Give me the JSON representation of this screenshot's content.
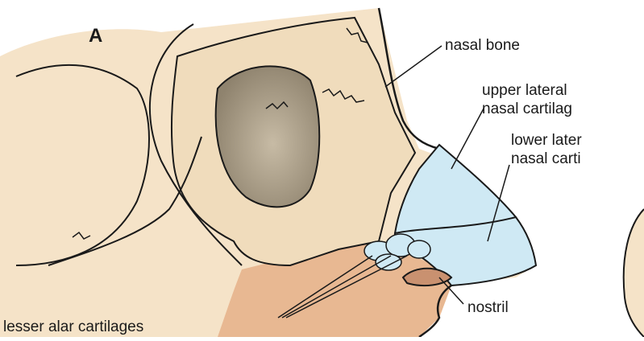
{
  "figure": {
    "panel_letter": "A",
    "labels": {
      "nasal_bone": "nasal bone",
      "upper_lateral_line1": "upper lateral",
      "upper_lateral_line2": "nasal cartilag",
      "lower_lateral_line1": "lower later",
      "lower_lateral_line2": "nasal carti",
      "nostril": "nostril",
      "lesser_alar": "lesser alar cartilages"
    },
    "colors": {
      "skin": "#f5e3c8",
      "bone": "#f0dcbc",
      "cartilage": "#cfe9f4",
      "orbit_shadow": "#a89b85",
      "soft_tissue": "#e8b892",
      "outline": "#1a1a1a"
    }
  }
}
